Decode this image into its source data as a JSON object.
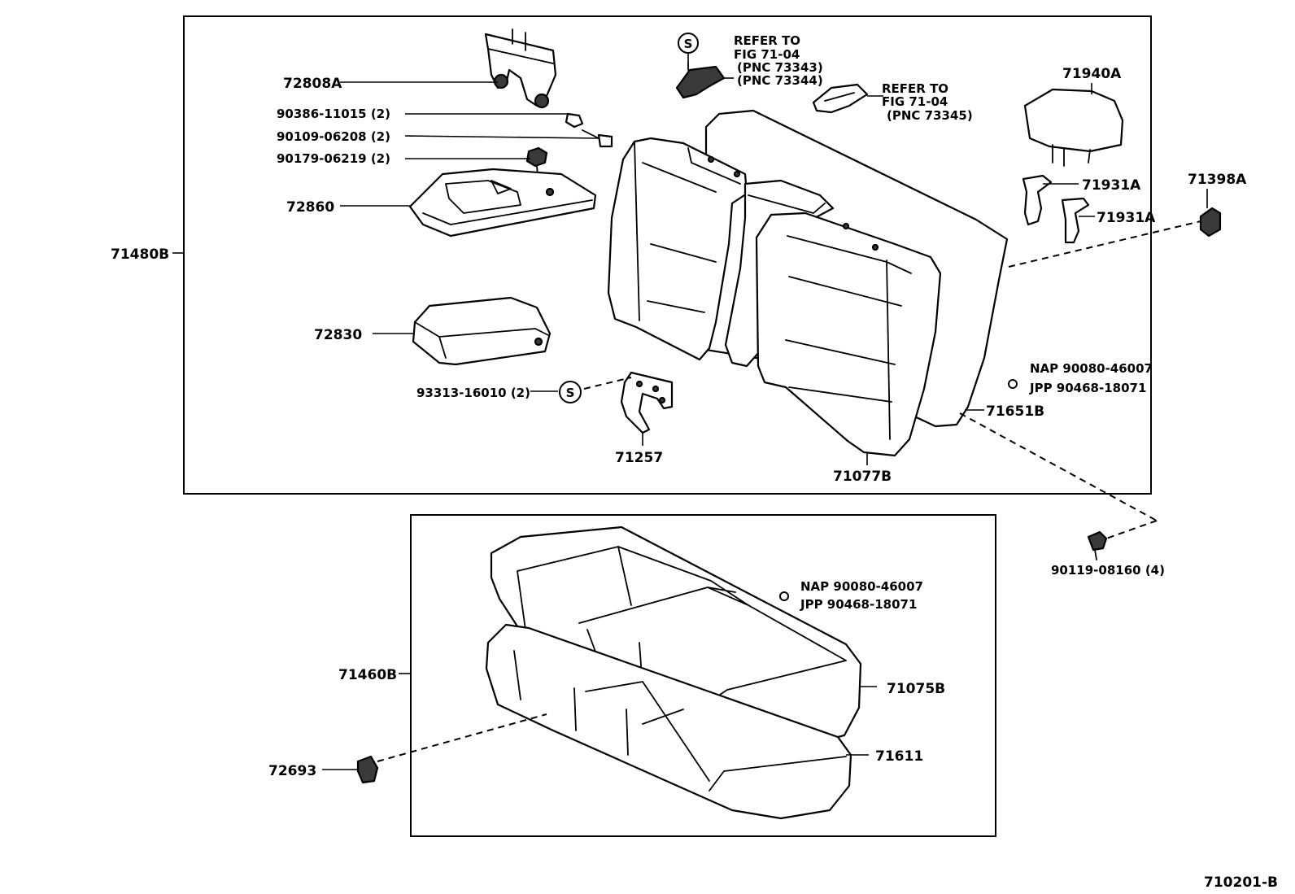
{
  "diagram_code": "710201-B",
  "circle_symbol": "S",
  "labels": {
    "p72808A": "72808A",
    "p90386": "90386-11015 (2)",
    "p90109": "90109-06208 (2)",
    "p90179": "90179-06219 (2)",
    "p72860": "72860",
    "p71480B": "71480B",
    "p72830": "72830",
    "p93313": "93313-16010 (2)",
    "p71257": "71257",
    "p71077B": "71077B",
    "p71651B": "71651B",
    "p71940A": "71940A",
    "p71931A_1": "71931A",
    "p71931A_2": "71931A",
    "p71398A": "71398A",
    "nap_upper": "NAP 90080-46007",
    "jpp_upper": "JPP 90468-18071",
    "p90119": "90119-08160 (4)",
    "nap_lower": "NAP 90080-46007",
    "jpp_lower": "JPP 90468-18071",
    "p71460B": "71460B",
    "p71075B": "71075B",
    "p71611": "71611",
    "p72693": "72693"
  },
  "refer1": {
    "line1": "REFER TO",
    "line2": "FIG 71-04",
    "line3": "(PNC 73343)",
    "line4": "(PNC 73344)"
  },
  "refer2": {
    "line1": "REFER TO",
    "line2": "FIG 71-04",
    "line3": "(PNC 73345)"
  }
}
